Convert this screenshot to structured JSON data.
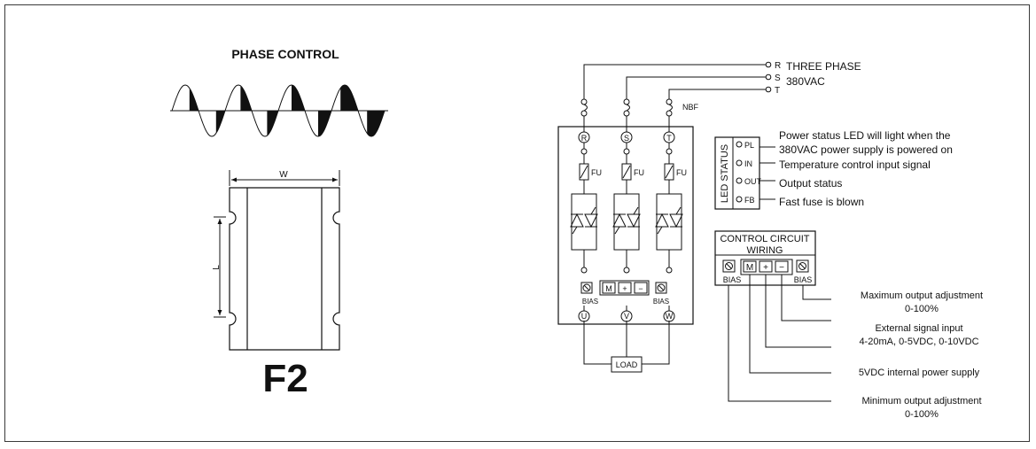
{
  "phase_control": {
    "title": "PHASE CONTROL"
  },
  "dimension": {
    "width_label": "W",
    "length_label": "L",
    "model": "F2",
    "model_color": "#2a8fd8"
  },
  "supply": {
    "phases": [
      "R",
      "S",
      "T"
    ],
    "label_line1": "THREE PHASE",
    "label_line2": "380VAC",
    "breaker_label": "NBF"
  },
  "module": {
    "terminals_in": [
      "R",
      "S",
      "T"
    ],
    "fuse_label": "FU",
    "bias_label": "BIAS",
    "control_terminals": [
      "M",
      "+",
      "−"
    ],
    "terminals_out": [
      "U",
      "V",
      "W"
    ],
    "load_label": "LOAD"
  },
  "led_status": {
    "title": "LED STATUS",
    "items": [
      {
        "code": "PL",
        "desc_lines": [
          "Power status LED will light when the",
          "380VAC power supply is powered on"
        ]
      },
      {
        "code": "IN",
        "desc_lines": [
          "Temperature control input signal"
        ]
      },
      {
        "code": "OUT",
        "desc_lines": [
          "Output status"
        ]
      },
      {
        "code": "FB",
        "desc_lines": [
          "Fast fuse is blown"
        ]
      }
    ]
  },
  "control_wiring": {
    "title_line1": "CONTROL CIRCUIT",
    "title_line2": "WIRING",
    "terminals": [
      "BIAS",
      "M",
      "+",
      "−",
      "BIAS"
    ],
    "descriptions": [
      {
        "lines": [
          "Maximum output adjustment",
          "0-100%"
        ]
      },
      {
        "lines": [
          "External signal input",
          "4-20mA, 0-5VDC, 0-10VDC"
        ]
      },
      {
        "lines": [
          "5VDC  internal power supply"
        ]
      },
      {
        "lines": [
          "Minimum output adjustment",
          "0-100%"
        ]
      }
    ]
  }
}
